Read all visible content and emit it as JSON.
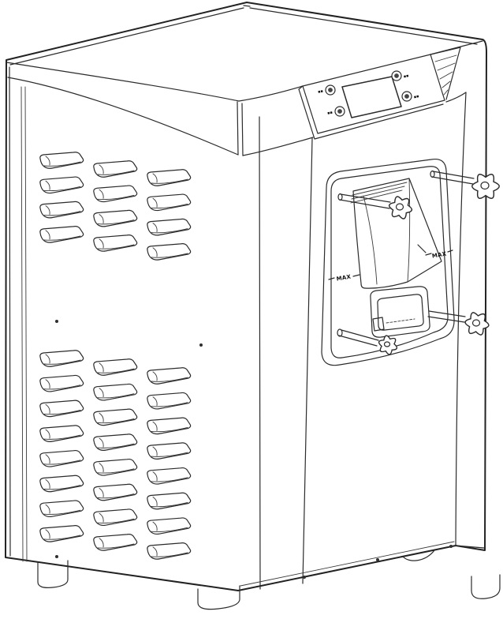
{
  "page": {
    "background": "#ffffff",
    "line_color": "#2b2b2b"
  },
  "machine": {
    "vents": {
      "columns": 3,
      "top_rows": 4,
      "bottom_rows": 8
    },
    "control_panel": {
      "screen_text": "",
      "buttons": [
        {
          "name": "button-left-top",
          "label": "▪▪",
          "label_side": "left"
        },
        {
          "name": "button-left-bottom",
          "label": "▪▪",
          "label_side": "left"
        },
        {
          "name": "button-right-top",
          "label": "▪▪",
          "label_side": "right"
        },
        {
          "name": "button-right-bottom",
          "label": "▪▪",
          "label_side": "right"
        }
      ]
    },
    "dispenser": {
      "max_label_left": "MAX",
      "max_label_right": "MAX",
      "knob_count": 4
    },
    "feet_visible": 3
  }
}
